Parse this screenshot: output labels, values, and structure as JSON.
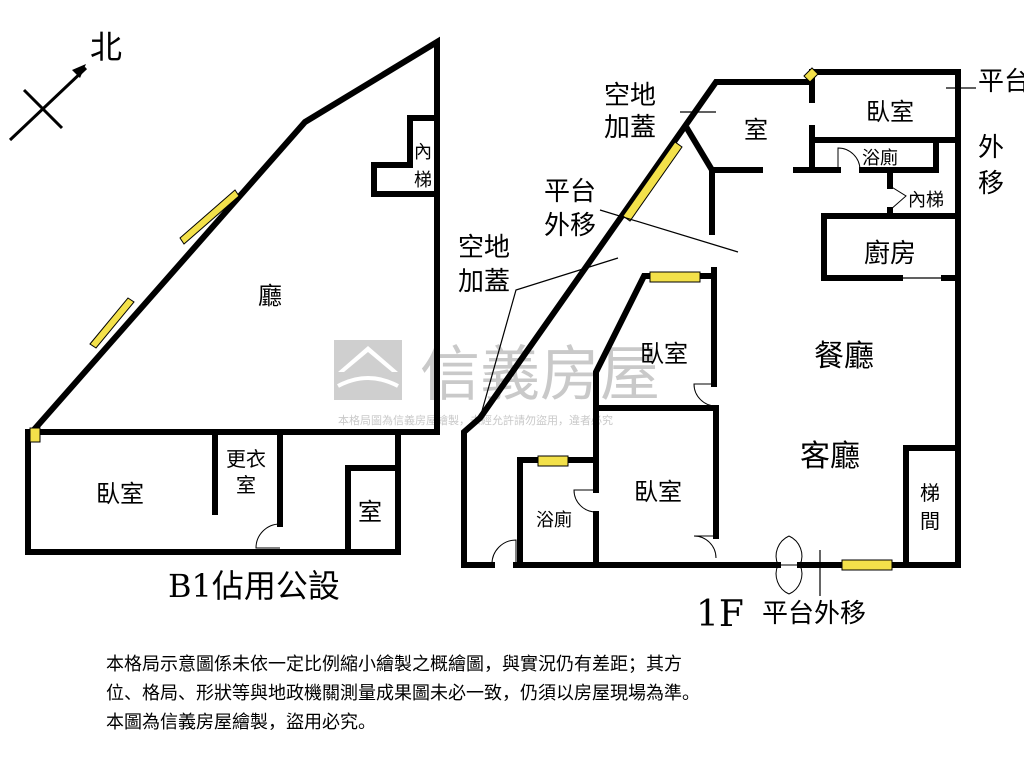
{
  "compass": {
    "north_label": "北"
  },
  "b1": {
    "caption": "B1佔用公設",
    "rooms": {
      "hall": "廳",
      "bedroom": "臥室",
      "dressing_line1": "更衣",
      "dressing_line2": "室",
      "small_room": "室",
      "inner_stair_line1": "內",
      "inner_stair_line2": "梯"
    }
  },
  "f1": {
    "caption": "1F",
    "rooms": {
      "room_top": "室",
      "bedroom_top": "臥室",
      "bath_top": "浴廁",
      "inner_stair": "內梯",
      "kitchen": "廚房",
      "bedroom_mid": "臥室",
      "dining": "餐廳",
      "living": "客廳",
      "bedroom_low": "臥室",
      "bath_low": "浴廁",
      "stair_line1": "梯",
      "stair_line2": "間"
    },
    "annotations": {
      "vacant_cover_top_line1": "空地",
      "vacant_cover_top_line2": "加蓋",
      "platform_out_line1": "平台",
      "platform_out_line2": "外移",
      "vacant_cover_left_line1": "空地",
      "vacant_cover_left_line2": "加蓋",
      "platform_right_line1": "平台",
      "platform_right_line2": "外",
      "platform_right_line3": "移",
      "platform_bottom": "平台外移"
    }
  },
  "watermark": {
    "brand": "信義房屋",
    "notice": "本格局圖為信義房屋繪製，未經允許請勿盜用，違者必究"
  },
  "disclaimer": {
    "line1": "本格局示意圖係未依一定比例縮小繪製之概繪圖，與實況仍有差距；其方",
    "line2": "位、格局、形狀等與地政機關測量成果圖未必一致，仍須以房屋現場為準。",
    "line3": "本圖為信義房屋繪製，盜用必究。"
  }
}
